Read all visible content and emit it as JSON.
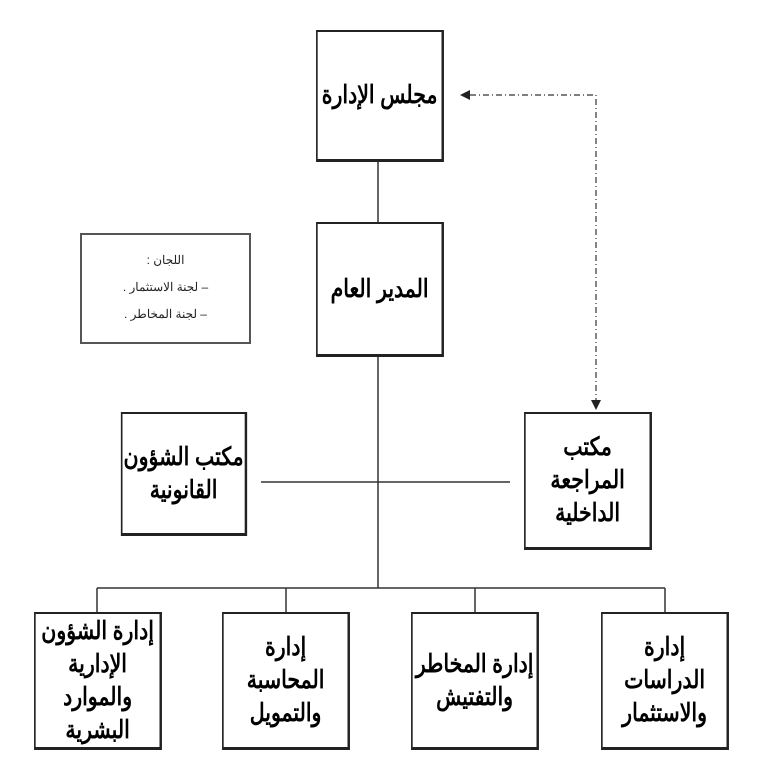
{
  "board": {
    "label": "مجلس الإدارة"
  },
  "general_manager": {
    "label": "المدير العام"
  },
  "committees": {
    "title": "اللجان :",
    "items": [
      "–  لجنة الاستثمار .",
      "–  لجنة المخاطر ."
    ]
  },
  "legal_office": {
    "lines": [
      "مكتب الشؤون",
      "القانونية"
    ]
  },
  "internal_audit": {
    "lines": [
      "مكتب المراجعة",
      "الداخلية"
    ]
  },
  "departments": [
    {
      "lines": [
        "إدارة الشؤون",
        "الإدارية والموارد",
        "البشرية"
      ]
    },
    {
      "lines": [
        "إدارة المحاسبة",
        "والتمويل"
      ]
    },
    {
      "lines": [
        "إدارة المخاطر",
        "والتفتيش"
      ]
    },
    {
      "lines": [
        "إدارة الدراسات",
        "والاستثمار"
      ]
    }
  ]
}
